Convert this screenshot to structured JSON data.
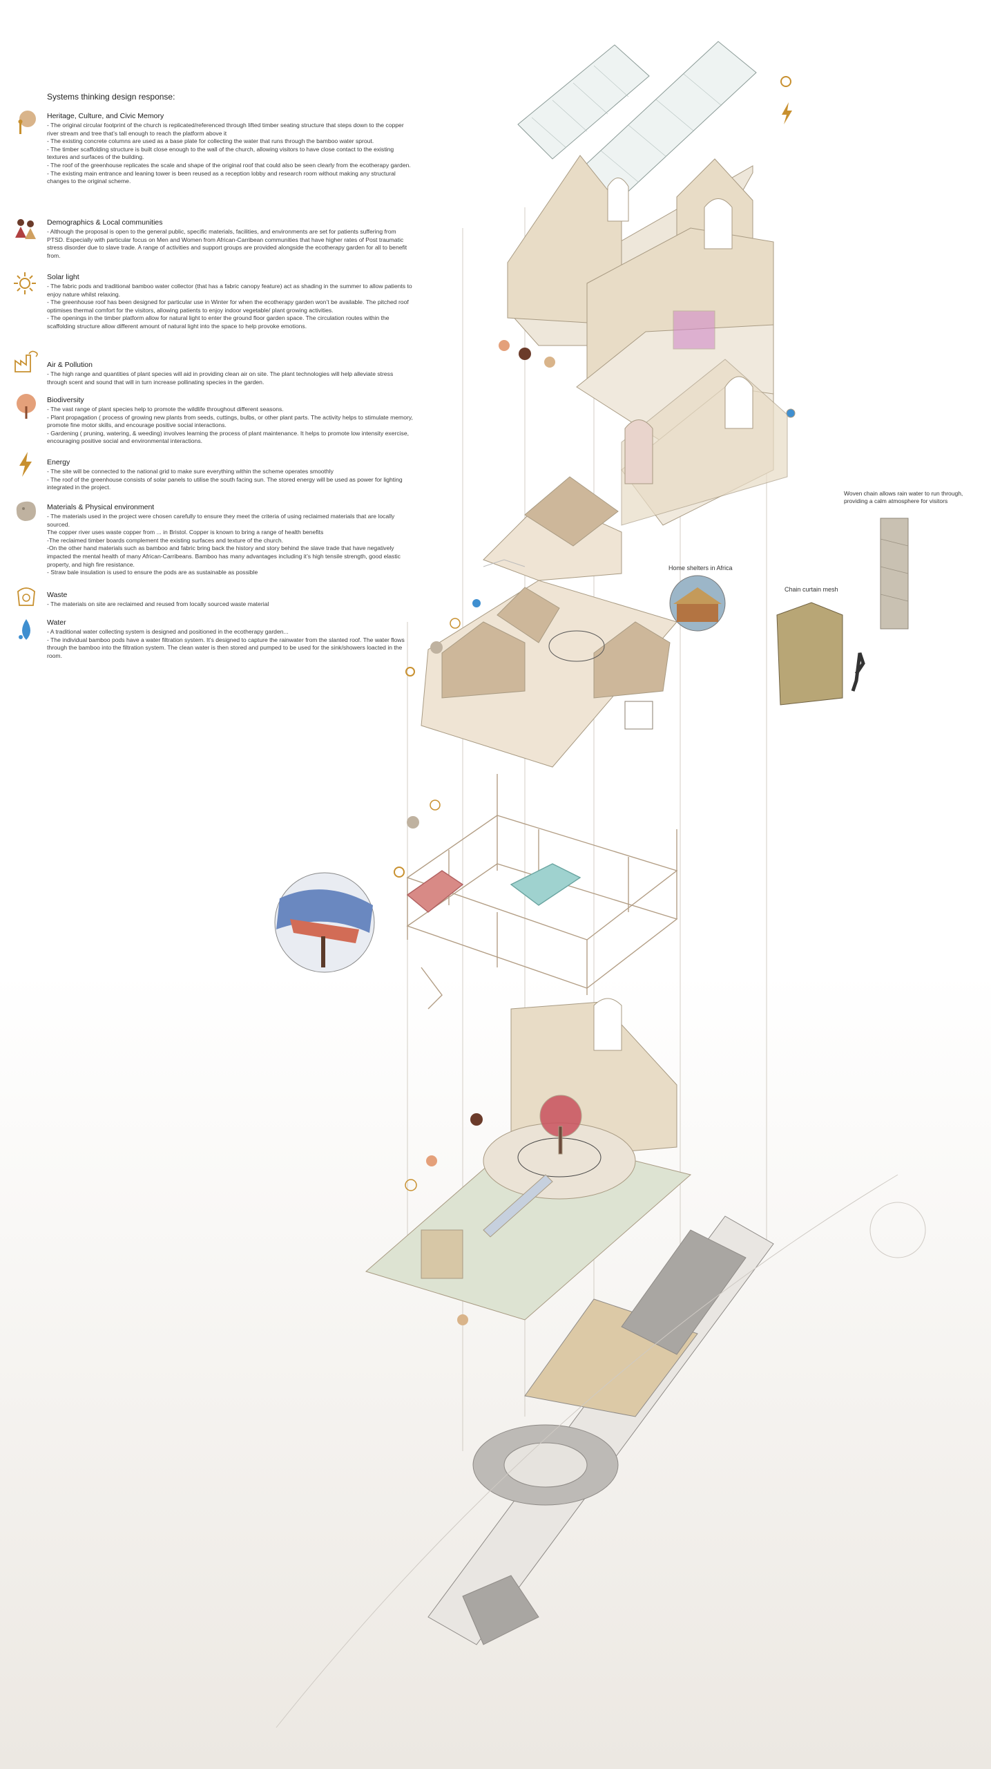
{
  "title": "Systems thinking design response:",
  "sections": [
    {
      "id": "heritage",
      "icon": "heritage-icon",
      "title": "Heritage, Culture, and Civic Memory",
      "bullets": [
        "- The original circular footprint of the church is replicated/referenced through lifted timber seating structure that steps down to the copper river stream and tree that’s tall enough to reach the platform above it",
        "- The existing concrete columns are used as a base plate for collecting the water that runs through the bamboo water sprout.",
        "- The timber scaffolding structure is built close enough to the wall of the church, allowing visitors to have close contact to the existing textures and surfaces of the building.",
        "- The roof of the greenhouse replicates the scale and shape of the original roof that could also be seen clearly from the ecotherapy garden.",
        "- The existing main entrance and leaning tower is been reused as a reception lobby and research room without making any structural changes to the original scheme."
      ]
    },
    {
      "id": "demographics",
      "icon": "people-icon",
      "title": "Demographics & Local communities",
      "bullets": [
        "- Although the proposal is open to the general public, specific materials, facilities, and environments are set for patients suffering from PTSD. Especially with particular focus on Men and Women from African-Carribean communities that have higher rates of Post traumatic stress disorder due to slave trade. A range of activities and support groups are provided alongside the ecotherapy garden for all to benefit from."
      ]
    },
    {
      "id": "solar",
      "icon": "sun-icon",
      "title": "Solar light",
      "bullets": [
        "- The fabric pods and  traditional bamboo water collector (that has a fabric canopy feature) act as shading in the summer to allow patients to enjoy nature whilst relaxing.",
        "-  The greenhouse roof has been designed for particular use in Winter for when the ecotherapy garden won’t be available. The pitched roof optimises thermal comfort for the visitors, allowing patients to enjoy indoor vegetable/ plant growing activities.",
        "- The openings in the timber platform allow for natural light to enter the ground floor garden space. The circulation routes within the scaffolding structure allow different amount of natural light into the space to help provoke emotions."
      ]
    },
    {
      "id": "air",
      "icon": "factory-cloud-icon",
      "title": "Air & Pollution",
      "bullets": [
        "- The high range and quantities of plant species will aid in providing clean air on site. The plant technologies will help alleviate stress through scent and sound that will in turn increase pollinating species in the garden."
      ]
    },
    {
      "id": "biodiversity",
      "icon": "tree-icon",
      "title": "Biodiversity",
      "bullets": [
        "- The vast range of plant species help to promote the wildlife throughout different seasons.",
        "-  Plant propagation ( process of growing new plants from seeds, cuttings, bulbs, or other plant parts.  The activity helps to stimulate memory, promote fine motor skills, and encourage positive social interactions.",
        "- Gardening ( pruning, watering, & weeding) involves learning the process of plant maintenance. It helps to promote low intensity exercise, encouraging positive social and environmental interactions."
      ]
    },
    {
      "id": "energy",
      "icon": "lightning-icon",
      "title": "Energy",
      "bullets": [
        "- The site will be connected to the national grid to make sure everything within the scheme operates smoothly",
        "- The roof of the greenhouse consists of solar panels to utilise the south facing sun. The stored energy will be used as power for lighting integrated in the project."
      ]
    },
    {
      "id": "materials",
      "icon": "stone-icon",
      "title": "Materials & Physical environment",
      "bullets": [
        "- The materials used in the project were chosen carefully to ensure they meet the criteria of using reclaimed materials that are locally sourced.",
        " The copper river uses waste copper from ... in Bristol. Copper is known to bring a range of health benefits",
        "-The reclaimed timber boards complement the existing surfaces and texture of the church.",
        "-On the other hand materials such as bamboo and fabric bring back the history and story behind the slave trade that have negatively impacted the mental health of many African-Carribeans. Bamboo has many advantages including it’s high tensile strength, good elastic property, and high fire resistance.",
        "- Straw bale insulation is used to ensure the pods are as sustainable as possible"
      ]
    },
    {
      "id": "waste",
      "icon": "recycle-bag-icon",
      "title": "Waste",
      "bullets": [
        "- The materials on site are reclaimed and reused from locally sourced waste material"
      ]
    },
    {
      "id": "water",
      "icon": "water-drop-icon",
      "title": "Water",
      "bullets": [
        "- A traditional water collecting system is designed and positioned in the ecotherapy garden...",
        "- The individual bamboo pods have a water filtration system. It’s designed to capture the rainwater from the slanted roof. The water flows through the bamboo into the filtration system. The clean water is then stored and pumped to be used for the sink/showers loacted in the room."
      ]
    }
  ],
  "annotations": {
    "home_shelters": "Home shelters in Africa",
    "chain_curtain": "Chain curtain mesh",
    "woven_chain": "Woven chain allows rain water to run through, providing a calm atmosphere for visitors"
  },
  "colors": {
    "icon_gold": "#c8902f",
    "water_blue": "#3f8fd0",
    "timber": "#d9c7ad",
    "wall": "#e8dcc6",
    "plan_grey": "#a9a6a2"
  }
}
